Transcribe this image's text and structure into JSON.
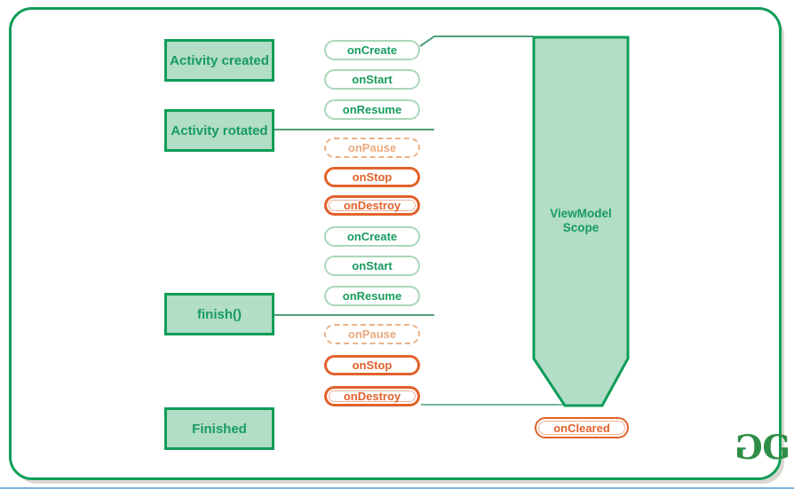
{
  "diagram": {
    "stages": [
      {
        "label": "Activity created"
      },
      {
        "label": "Activity rotated"
      },
      {
        "label": "finish()"
      },
      {
        "label": "Finished"
      }
    ],
    "pills": [
      {
        "label": "onCreate",
        "state": "active"
      },
      {
        "label": "onStart",
        "state": "active"
      },
      {
        "label": "onResume",
        "state": "active"
      },
      {
        "label": "onPause",
        "state": "fading"
      },
      {
        "label": "onStop",
        "state": "destroyed"
      },
      {
        "label": "onDestroy",
        "state": "destroyed"
      },
      {
        "label": "onCreate",
        "state": "active"
      },
      {
        "label": "onStart",
        "state": "active"
      },
      {
        "label": "onResume",
        "state": "active"
      },
      {
        "label": "onPause",
        "state": "fading"
      },
      {
        "label": "onStop",
        "state": "destroyed"
      },
      {
        "label": "onDestroy",
        "state": "destroyed"
      }
    ],
    "scope": {
      "line1": "ViewModel",
      "line2": "Scope"
    },
    "cleared": {
      "label": "onCleared"
    },
    "logo": {
      "g1": "G",
      "g2": "G"
    }
  },
  "colors": {
    "green": "#189b60",
    "green-border": "#0f9d58",
    "green-fill": "#b2ddc6",
    "green-light": "#abd7bb",
    "line-green": "#4f9e78",
    "salmon": "#e9b28c",
    "salmon-text": "#e8a97e",
    "orange": "#e2622b",
    "logo-green": "#2f8d46",
    "frame-shadow": "#dbd8d2",
    "bottom-line": "#5a9fd4"
  }
}
